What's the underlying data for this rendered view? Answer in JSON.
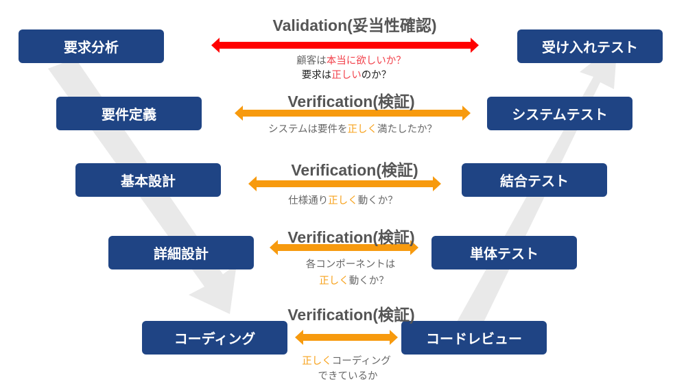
{
  "left_phases": [
    "要求分析",
    "要件定義",
    "基本設計",
    "詳細設計",
    "コーディング"
  ],
  "right_phases": [
    "受け入れテスト",
    "システムテスト",
    "結合テスト",
    "単体テスト",
    "コードレビュー"
  ],
  "validation": {
    "title": "Validation(妥当性確認)",
    "line1": [
      "顧客は",
      "本当に欲しいか？"
    ],
    "line2": [
      "要求は",
      "正しい",
      "のか？"
    ]
  },
  "verification": [
    {
      "title": "Verification(検証)",
      "line1": [
        "システムは要件を",
        "正しく",
        "満たしたか？"
      ]
    },
    {
      "title": "Verification(検証)",
      "line1": [
        "仕様通り",
        "正しく",
        "動くか？"
      ]
    },
    {
      "title": "Verification(検証)",
      "line1": [
        "各コンポーネントは"
      ],
      "line2": [
        "正しく",
        "動くか？"
      ]
    },
    {
      "title": "Verification(検証)",
      "line1": [
        "正しく",
        "コーディング"
      ],
      "line2": [
        "できているか"
      ]
    }
  ],
  "colors": {
    "box": "#1f4484",
    "validation": "#ff0000",
    "verification": "#f79a0e",
    "flow": "#e9e9e9"
  }
}
